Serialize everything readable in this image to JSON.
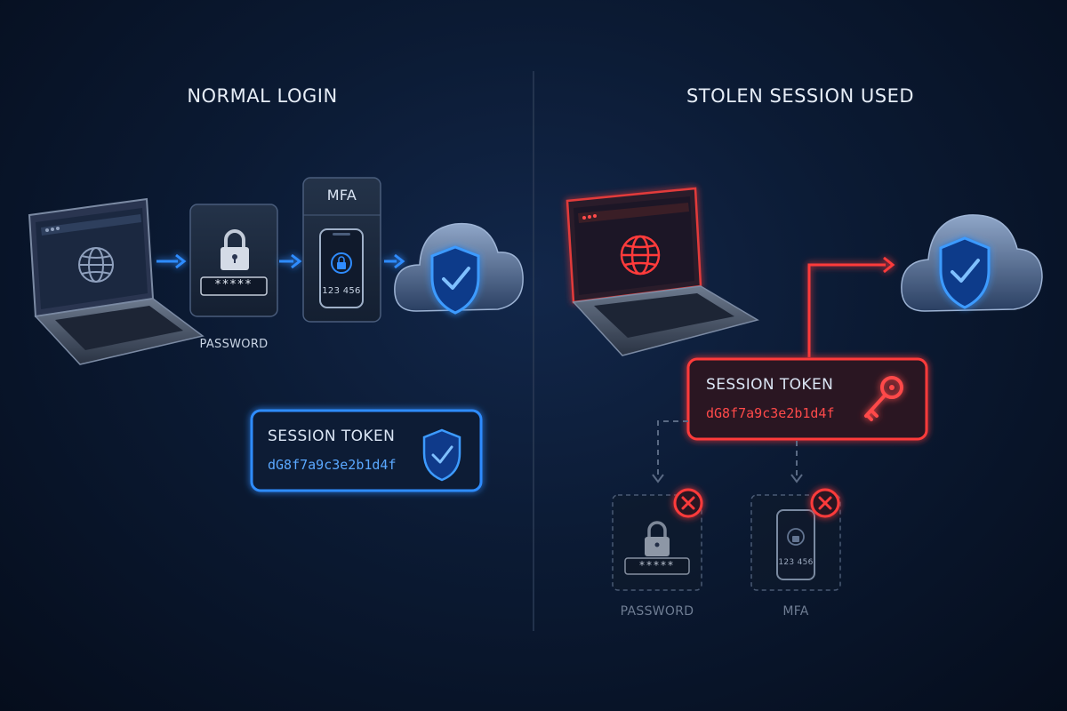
{
  "left_panel": {
    "title": "NORMAL LOGIN",
    "password_label": "PASSWORD",
    "mfa_label": "MFA",
    "otp_code": "123 456",
    "password_mask": "*****",
    "token_label": "SESSION TOKEN",
    "token_value": "dG8f7a9c3e2b1d4f"
  },
  "right_panel": {
    "title": "STOLEN SESSION USED",
    "token_label": "SESSION TOKEN",
    "token_value": "dG8f7a9c3e2b1d4f",
    "password_label": "PASSWORD",
    "mfa_label": "MFA",
    "otp_code": "123 456",
    "password_mask": "*****"
  },
  "colors": {
    "accent_blue": "#2f8cff",
    "alert_red": "#ff3b3b",
    "text_light": "#e6edf7",
    "text_muted": "#9aa8bd"
  },
  "icons": [
    "laptop-icon",
    "globe-icon",
    "lock-icon",
    "phone-icon",
    "cloud-icon",
    "shield-check-icon",
    "key-icon",
    "x-circle-icon",
    "arrow-icon"
  ]
}
